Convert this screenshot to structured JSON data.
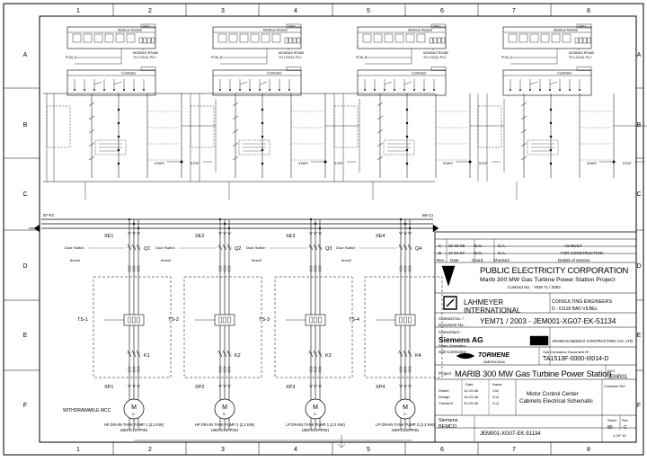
{
  "grid": {
    "cols": [
      "1",
      "2",
      "3",
      "4",
      "5",
      "6",
      "7",
      "8"
    ],
    "rows": [
      "A",
      "B",
      "C",
      "D",
      "E",
      "F"
    ]
  },
  "modbus": {
    "title": "Modbus Module",
    "tag": "Tafel 1",
    "note_line1": "MODBUS RS485",
    "note_line2": "TO LOCAL PLC",
    "plc_labels": [
      "PCM_1",
      "PCM_2",
      "PCM_3",
      "PCM_4"
    ]
  },
  "controller": {
    "title": "Controller"
  },
  "bus": {
    "left_ref": "97-F3",
    "right_ref": "98-C1"
  },
  "feeders": [
    {
      "xe": "XE1",
      "q": "Q1",
      "ts": "TS-1",
      "k": "K1",
      "xp": "XP1",
      "door": "Door Switch",
      "cable": "6mm2",
      "motor_line1": "HP DRAIN TANK PUMP 1 (2,2 KW)",
      "motor_line2": "10EKG12AP001"
    },
    {
      "xe": "XE2",
      "q": "Q2",
      "ts": "TS-2",
      "k": "K2",
      "xp": "XP2",
      "door": "Door Switch",
      "cable": "6mm2",
      "motor_line1": "HP DRAIN TANK PUMP 2 (2,2 KW)",
      "motor_line2": "10EKG13AP001"
    },
    {
      "xe": "XE3",
      "q": "Q3",
      "ts": "TS-3",
      "k": "K3",
      "xp": "XP3",
      "door": "Door Switch",
      "cable": "6mm2",
      "motor_line1": "LP DRAIN TANK PUMP 1 (2,2 KW)",
      "motor_line2": "10EKG02AP001"
    },
    {
      "xe": "XE4",
      "q": "Q4",
      "ts": "TS-4",
      "k": "K4",
      "xp": "XP4",
      "door": "Door Switch",
      "cable": "6mm2",
      "motor_line1": "LP DRAIN TANK PUMP 2 (2,2 KW)",
      "motor_line2": "10EKG03AP001"
    }
  ],
  "motor_symbol": {
    "letter": "M",
    "phase": "3~"
  },
  "withdrawable": "WITHDRAWABLE MCC",
  "ctrl_labels": {
    "start": "START",
    "stop": "STOP"
  },
  "revisions": [
    {
      "rev": "C",
      "date": "20-03-08",
      "by": "E.G.",
      "chk": "G.A.",
      "desc": "AS BUILT"
    },
    {
      "rev": "B",
      "date": "17-04-07",
      "by": "E.G.",
      "chk": "G.A.",
      "desc": "FOR CONSTRUCTION"
    }
  ],
  "revision_header": {
    "rev": "Rev.",
    "date": "Date",
    "by": "Coord.",
    "chk": "Checked",
    "desc": "Details of revision"
  },
  "title_block": {
    "client_name": "PUBLIC ELECTRICITY CORPORATION",
    "project": "Marib 300 MW Gas Turbine Power Station Project",
    "contract": "Contract No. : YEM 71 / 2003",
    "consultant_name": "LAHMEYER",
    "consultant_name2": "INTERNATIONAL",
    "consultant_role": "CONSULTING ENGINEERS",
    "consultant_addr": "D - 61118 BAD VILBEL",
    "contract_label": "Contract No. /",
    "document_label": "Document No. :",
    "document_no": "YEM71 / 2003 - JEM001-XG07-EK-51134",
    "consortium_label": "Consortium :",
    "siemens": "Siemens AG",
    "siemens_sub": "Power Generation",
    "arabian": "ARABIAN BEMCO CONTRACTING CO. LTD",
    "sub_doc_label": "Sub Contractor Document N°.",
    "sub_doc": "TA1513F-0000-I0014-D",
    "sub_contractor_label": "Sub Contractor :",
    "tormene": "TORMENE",
    "tormene_sub": "AMERICANA",
    "project_label": "Project",
    "project_title": "MARIB 300 MW Gas Turbine Power Station",
    "kks_label": "KKS",
    "kks_value": "JEM001",
    "drawing_title1": "Motor Control Center",
    "drawing_title2": "Cabinets Electrical Schematic",
    "sign_rows": [
      {
        "role": "Drawn",
        "date": "12-10-06",
        "name": "J.M."
      },
      {
        "role": "Design",
        "date": "16-10-06",
        "name": "G.A."
      },
      {
        "role": "Checked",
        "date": "20-10-06",
        "name": "G.A."
      }
    ],
    "sign_head": {
      "date": "Date",
      "name": "Name"
    },
    "customer_ref": "Customer Ref.",
    "sheet_label": "Sheet",
    "rev_label": "Rev.",
    "rev_value": "C",
    "bottom_left1": "Siemens",
    "bottom_left2": "BEMCO",
    "bottom_doc": "JEM001-XG07-EK-51134",
    "pages": "1 OF 10",
    "sheet_no": "80"
  }
}
